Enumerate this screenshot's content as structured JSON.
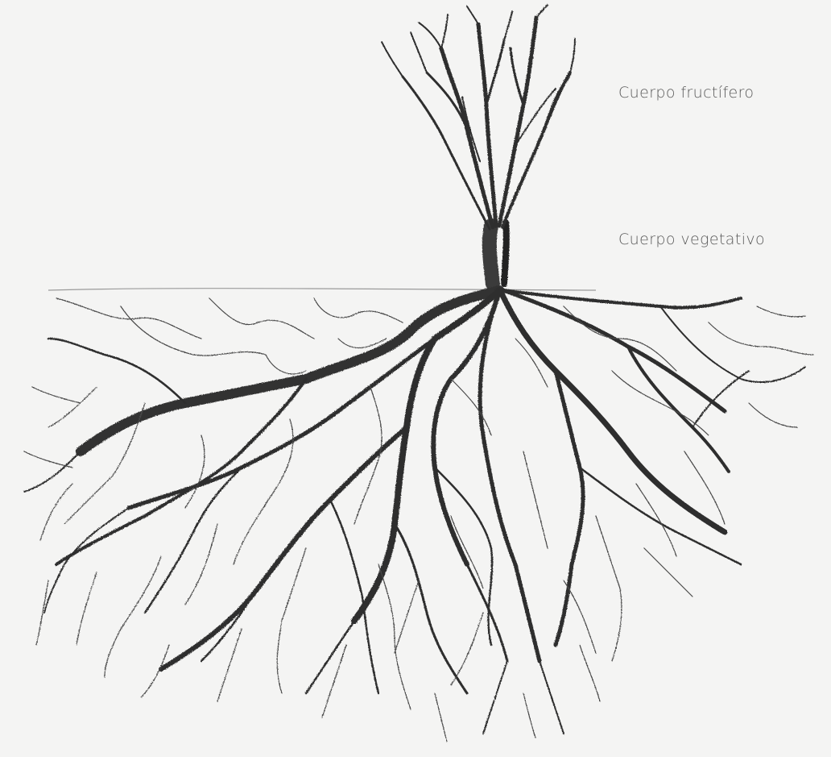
{
  "labels": {
    "fruiting_body": "Cuerpo fructífero",
    "vegetative_body": "Cuerpo vegetativo"
  },
  "colors": {
    "background": "#f4f4f3",
    "ink": "#2e2e2e",
    "label": "#5a5a5a"
  },
  "illustration": "fungus-mycelium-sketch"
}
